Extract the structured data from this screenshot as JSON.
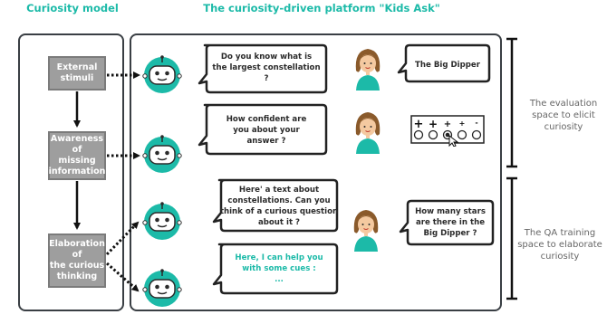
{
  "headers": {
    "left": "Curiosity model",
    "right": "The curiosity-driven platform \"Kids Ask\""
  },
  "model_steps": [
    {
      "line1": "External",
      "line2": "stimuli"
    },
    {
      "line1": "Awareness of",
      "line2": "missing",
      "line3": "information"
    },
    {
      "line1": "Elaboration of",
      "line2": "the curious",
      "line3": "thinking"
    }
  ],
  "bubbles": [
    {
      "lines": [
        "Do you know what is",
        "the largest constellation",
        "?"
      ]
    },
    {
      "lines": [
        "How confident are",
        "you about your",
        "answer ?"
      ]
    },
    {
      "lines": [
        "Here' a text about",
        "constellations. Can you",
        "think of a curious question",
        "about it ?"
      ]
    },
    {
      "lines": [
        "Here, I can help you",
        "with some cues :",
        "..."
      ]
    }
  ],
  "child_answers": [
    {
      "lines": [
        "The Big Dipper"
      ]
    },
    {
      "lines": [
        "How many stars",
        "are there in the",
        "Big Dipper ?"
      ]
    }
  ],
  "confidence_scale": {
    "symbols": [
      "+",
      "+",
      "+",
      "+",
      "-"
    ],
    "selected_index": 2
  },
  "side_labels": {
    "top": [
      "The evaluation",
      "space to elicit",
      "curiosity"
    ],
    "bottom": [
      "The QA training",
      "space to elaborate",
      "curiosity"
    ]
  },
  "colors": {
    "accent": "#1cbaa8",
    "cue_text": "#1cbaa8",
    "panel_border": "#3a3f44",
    "step_box": "#9e9e9e"
  },
  "icons": [
    "robot-icon",
    "child-icon",
    "cursor-icon"
  ]
}
